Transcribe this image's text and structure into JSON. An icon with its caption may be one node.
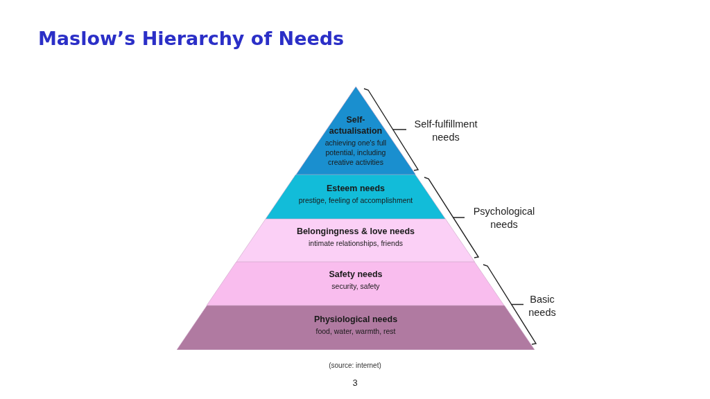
{
  "diagram": {
    "title": "Maslow’s Hierarchy of Needs",
    "nodes": [
      {
        "text": [
          "Self-actualisation",
          "achieving one's full potential, including creative activities"
        ]
      },
      {
        "text": [
          "Esteem needs",
          "prestige, feeling of accomplishment"
        ]
      },
      {
        "text": [
          "Belongingness & love needs",
          "intimate relationships, friends"
        ]
      },
      {
        "text": [
          "Safety needs",
          "security, safety"
        ]
      },
      {
        "text": [
          "Physiological needs",
          "food, water, warmth, rest"
        ]
      }
    ],
    "labels": [
      "Self-fulfillment needs",
      "Psychological needs",
      "Basic needs",
      "3"
    ],
    "caption": "(source: internet)"
  }
}
